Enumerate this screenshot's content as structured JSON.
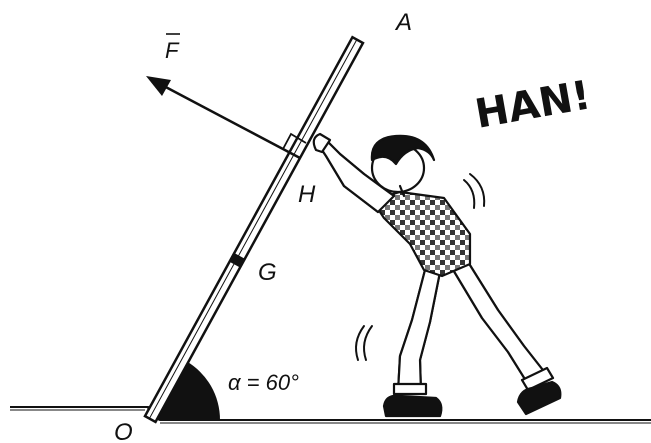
{
  "diagram": {
    "labels": {
      "point_a": "A",
      "point_h": "H",
      "point_g": "G",
      "point_o": "O",
      "force": "F",
      "angle": "α = 60°",
      "exclamation": "HAN!"
    },
    "angle_value_deg": 60,
    "colors": {
      "ink": "#111111",
      "background": "#ffffff",
      "shirt_check": "#333333"
    },
    "icons": {
      "force_arrow": "arrow-icon",
      "right_angle": "right-angle-mark-icon",
      "motion_lines": "motion-lines-icon"
    }
  }
}
